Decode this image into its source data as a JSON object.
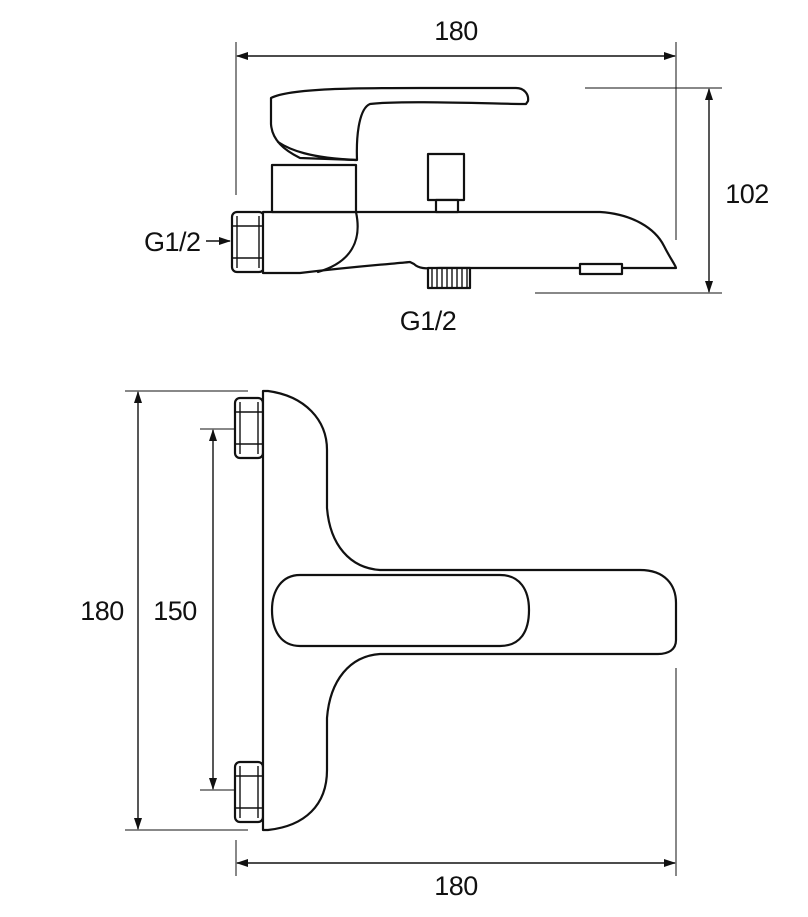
{
  "side_view": {
    "width_dim": "180",
    "height_dim": "102",
    "inlet_thread": "G1/2",
    "outlet_thread": "G1/2"
  },
  "front_view": {
    "height_dim": "180",
    "center_dim": "150",
    "width_dim": "180"
  }
}
